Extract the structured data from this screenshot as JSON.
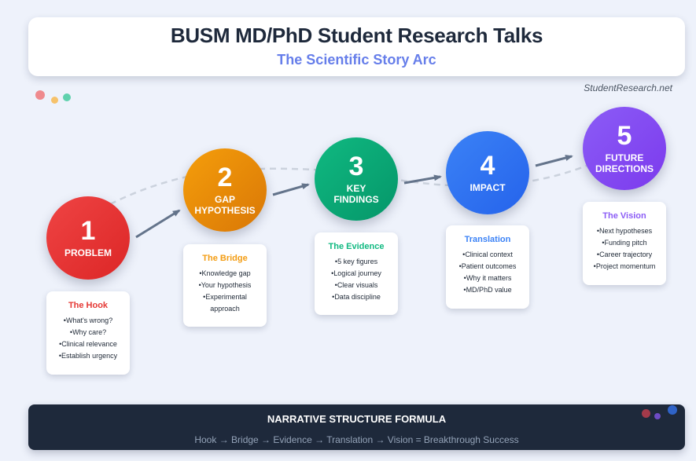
{
  "header": {
    "title": "BUSM MD/PhD Student Research Talks",
    "subtitle": "The Scientific Story Arc"
  },
  "site_label": "StudentResearch.net",
  "colors": {
    "problem": "#e53935",
    "gap": "#f39c12",
    "findings": "#10b981",
    "impact": "#3b82f6",
    "future": "#8b5cf6",
    "subtitle": "#667eea",
    "footer_bg": "#1e293b"
  },
  "stages": [
    {
      "number": "1",
      "label": "PROBLEM",
      "card_title": "The Hook",
      "items": [
        "What's wrong?",
        "Why care?",
        "Clinical relevance",
        "Establish urgency"
      ]
    },
    {
      "number": "2",
      "label": "GAP\nHYPOTHESIS",
      "card_title": "The Bridge",
      "items": [
        "Knowledge gap",
        "Your hypothesis",
        "Experimental",
        "approach"
      ]
    },
    {
      "number": "3",
      "label": "KEY\nFINDINGS",
      "card_title": "The Evidence",
      "items": [
        "5 key figures",
        "Logical journey",
        "Clear visuals",
        "Data discipline"
      ]
    },
    {
      "number": "4",
      "label": "IMPACT",
      "card_title": "Translation",
      "items": [
        "Clinical context",
        "Patient outcomes",
        "Why it matters",
        "MD/PhD value"
      ]
    },
    {
      "number": "5",
      "label": "FUTURE\nDIRECTIONS",
      "card_title": "The Vision",
      "items": [
        "Next hypotheses",
        "Funding pitch",
        "Career trajectory",
        "Project momentum"
      ]
    }
  ],
  "footer": {
    "title": "NARRATIVE STRUCTURE FORMULA",
    "formula": "Hook → Bridge → Evidence → Translation → Vision = Breakthrough Success"
  }
}
